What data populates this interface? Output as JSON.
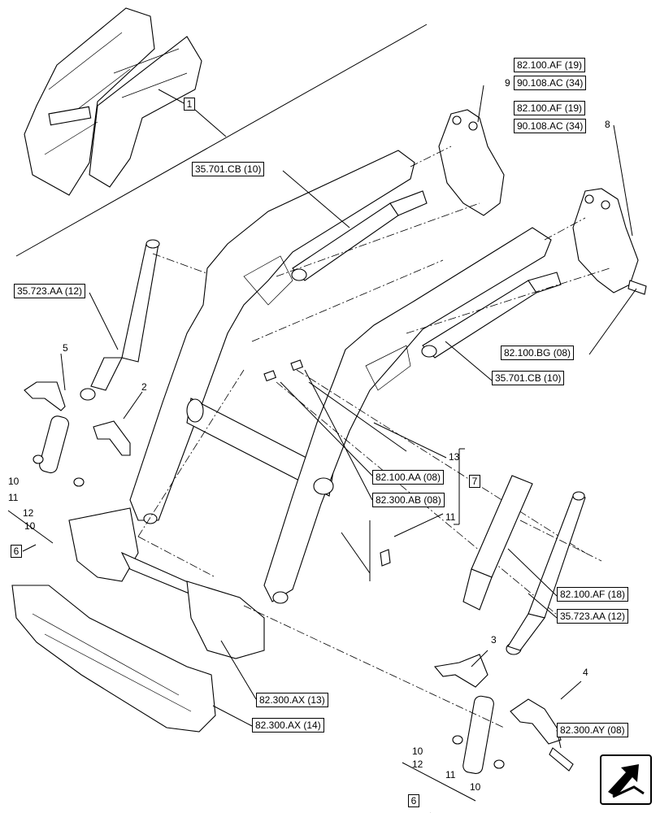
{
  "references": {
    "r1": "82.100.AF (19)",
    "r2": "90.108.AC (34)",
    "r3": "82.100.AF (19)",
    "r4": "90.108.AC (34)",
    "r5": "35.701.CB (10)",
    "r6": "35.723.AA (12)",
    "r7": "82.100.BG (08)",
    "r8": "35.701.CB (10)",
    "r9": "82.100.AA (08)",
    "r10": "82.300.AB (08)",
    "r11": "82.100.AF (18)",
    "r12": "35.723.AA (12)",
    "r13": "82.300.AX (13)",
    "r14": "82.300.AX (14)",
    "r15": "82.300.AY (08)"
  },
  "callouts": {
    "c1": "1",
    "c2": "2",
    "c3": "3",
    "c4": "4",
    "c5": "5",
    "c6a": "6",
    "c6b": "6",
    "c7": "7",
    "c8": "8",
    "c9": "9",
    "c10a": "10",
    "c10b": "10",
    "c10c": "10",
    "c10d": "10",
    "c11a": "11",
    "c11b": "11",
    "c11c": "11",
    "c12a": "12",
    "c12b": "12",
    "c13": "13"
  },
  "navigation": {
    "icon": "arrow-icon"
  }
}
